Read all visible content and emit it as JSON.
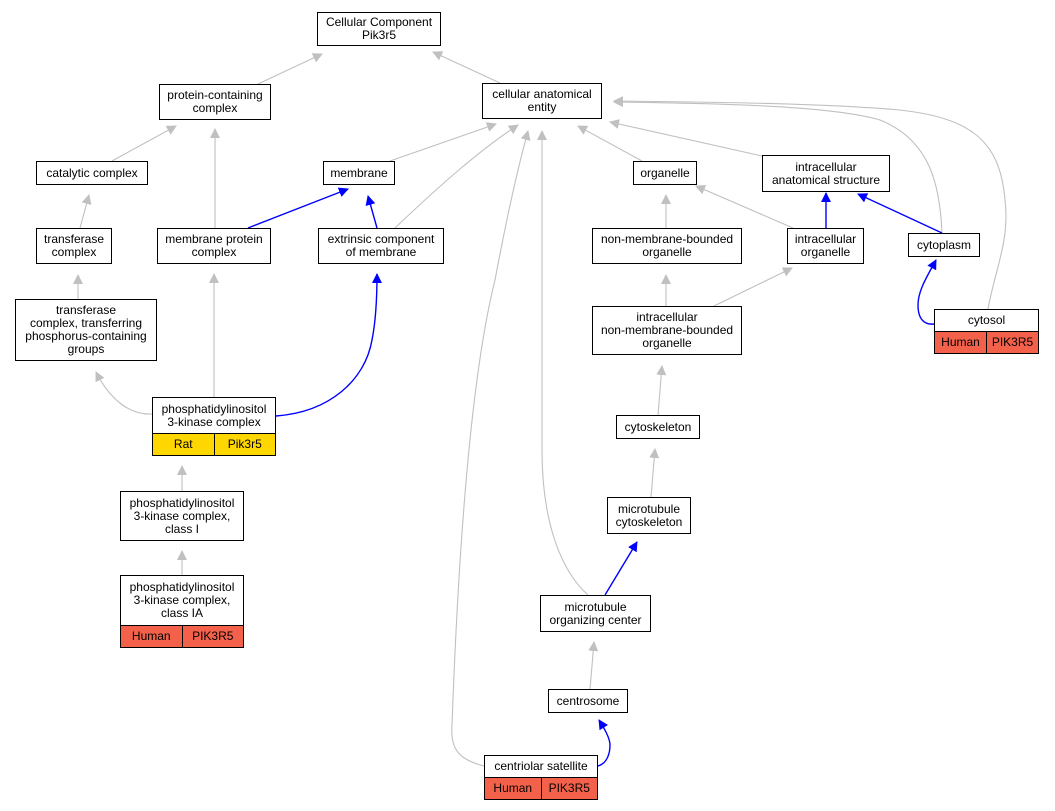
{
  "colors": {
    "gray_edge": "#c0c0c0",
    "blue_edge": "#0000ff",
    "rat": "#ffd700",
    "human": "#f4614a"
  },
  "nodes": {
    "root": "Cellular Component\nPik3r5",
    "protein_containing_complex": "protein-containing\ncomplex",
    "cellular_anatomical_entity": "cellular anatomical\nentity",
    "catalytic_complex": "catalytic complex",
    "membrane": "membrane",
    "organelle": "organelle",
    "intracellular_anatomical_structure": "intracellular\nanatomical structure",
    "transferase_complex": "transferase\ncomplex",
    "membrane_protein_complex": "membrane protein\ncomplex",
    "extrinsic_component_of_membrane": "extrinsic component\nof membrane",
    "non_membrane_bounded_organelle": "non-membrane-bounded\norganelle",
    "intracellular_organelle": "intracellular\norganelle",
    "cytoplasm": "cytoplasm",
    "transferase_complex_phosphorus": "transferase\ncomplex, transferring\nphosphorus-containing\ngroups",
    "intracellular_non_membrane_bounded_organelle": "intracellular\nnon-membrane-bounded\norganelle",
    "cytosol": "cytosol",
    "pi3k_complex": "phosphatidylinositol\n3-kinase complex",
    "cytoskeleton": "cytoskeleton",
    "pi3k_complex_class_i": "phosphatidylinositol\n3-kinase complex,\nclass I",
    "microtubule_cytoskeleton": "microtubule\ncytoskeleton",
    "pi3k_complex_class_ia": "phosphatidylinositol\n3-kinase complex,\nclass IA",
    "microtubule_organizing_center": "microtubule\norganizing center",
    "centrosome": "centrosome",
    "centriolar_satellite": "centriolar satellite"
  },
  "annotations": {
    "pi3k_complex": {
      "species": "Rat",
      "gene": "Pik3r5",
      "color": "#ffd700"
    },
    "pi3k_complex_class_ia": {
      "species": "Human",
      "gene": "PIK3R5",
      "color": "#f4614a"
    },
    "cytosol": {
      "species": "Human",
      "gene": "PIK3R5",
      "color": "#f4614a"
    },
    "centriolar_satellite": {
      "species": "Human",
      "gene": "PIK3R5",
      "color": "#f4614a"
    }
  },
  "edges": [
    {
      "from": "protein_containing_complex",
      "to": "root",
      "kind": "is_a"
    },
    {
      "from": "cellular_anatomical_entity",
      "to": "root",
      "kind": "is_a"
    },
    {
      "from": "catalytic_complex",
      "to": "protein_containing_complex",
      "kind": "is_a"
    },
    {
      "from": "membrane_protein_complex",
      "to": "protein_containing_complex",
      "kind": "is_a"
    },
    {
      "from": "membrane",
      "to": "cellular_anatomical_entity",
      "kind": "is_a"
    },
    {
      "from": "extrinsic_component_of_membrane",
      "to": "cellular_anatomical_entity",
      "kind": "is_a"
    },
    {
      "from": "organelle",
      "to": "cellular_anatomical_entity",
      "kind": "is_a"
    },
    {
      "from": "intracellular_anatomical_structure",
      "to": "cellular_anatomical_entity",
      "kind": "is_a"
    },
    {
      "from": "cytoplasm",
      "to": "cellular_anatomical_entity",
      "kind": "is_a"
    },
    {
      "from": "cytosol",
      "to": "cellular_anatomical_entity",
      "kind": "is_a"
    },
    {
      "from": "microtubule_organizing_center",
      "to": "cellular_anatomical_entity",
      "kind": "is_a"
    },
    {
      "from": "centriolar_satellite",
      "to": "cellular_anatomical_entity",
      "kind": "is_a"
    },
    {
      "from": "transferase_complex",
      "to": "catalytic_complex",
      "kind": "is_a"
    },
    {
      "from": "membrane_protein_complex",
      "to": "membrane",
      "kind": "part_of"
    },
    {
      "from": "extrinsic_component_of_membrane",
      "to": "membrane",
      "kind": "part_of"
    },
    {
      "from": "non_membrane_bounded_organelle",
      "to": "organelle",
      "kind": "is_a"
    },
    {
      "from": "intracellular_organelle",
      "to": "organelle",
      "kind": "is_a"
    },
    {
      "from": "intracellular_organelle",
      "to": "intracellular_anatomical_structure",
      "kind": "part_of"
    },
    {
      "from": "cytoplasm",
      "to": "intracellular_anatomical_structure",
      "kind": "part_of"
    },
    {
      "from": "transferase_complex_phosphorus",
      "to": "transferase_complex",
      "kind": "is_a"
    },
    {
      "from": "intracellular_non_membrane_bounded_organelle",
      "to": "intracellular_organelle",
      "kind": "is_a"
    },
    {
      "from": "intracellular_non_membrane_bounded_organelle",
      "to": "non_membrane_bounded_organelle",
      "kind": "is_a"
    },
    {
      "from": "cytosol",
      "to": "cytoplasm",
      "kind": "part_of"
    },
    {
      "from": "pi3k_complex",
      "to": "transferase_complex_phosphorus",
      "kind": "is_a"
    },
    {
      "from": "pi3k_complex",
      "to": "membrane_protein_complex",
      "kind": "is_a"
    },
    {
      "from": "pi3k_complex",
      "to": "extrinsic_component_of_membrane",
      "kind": "part_of"
    },
    {
      "from": "cytoskeleton",
      "to": "intracellular_non_membrane_bounded_organelle",
      "kind": "is_a"
    },
    {
      "from": "pi3k_complex_class_i",
      "to": "pi3k_complex",
      "kind": "is_a"
    },
    {
      "from": "microtubule_cytoskeleton",
      "to": "cytoskeleton",
      "kind": "is_a"
    },
    {
      "from": "pi3k_complex_class_ia",
      "to": "pi3k_complex_class_i",
      "kind": "is_a"
    },
    {
      "from": "microtubule_organizing_center",
      "to": "microtubule_cytoskeleton",
      "kind": "part_of"
    },
    {
      "from": "centrosome",
      "to": "microtubule_organizing_center",
      "kind": "is_a"
    },
    {
      "from": "centriolar_satellite",
      "to": "centrosome",
      "kind": "part_of"
    }
  ]
}
